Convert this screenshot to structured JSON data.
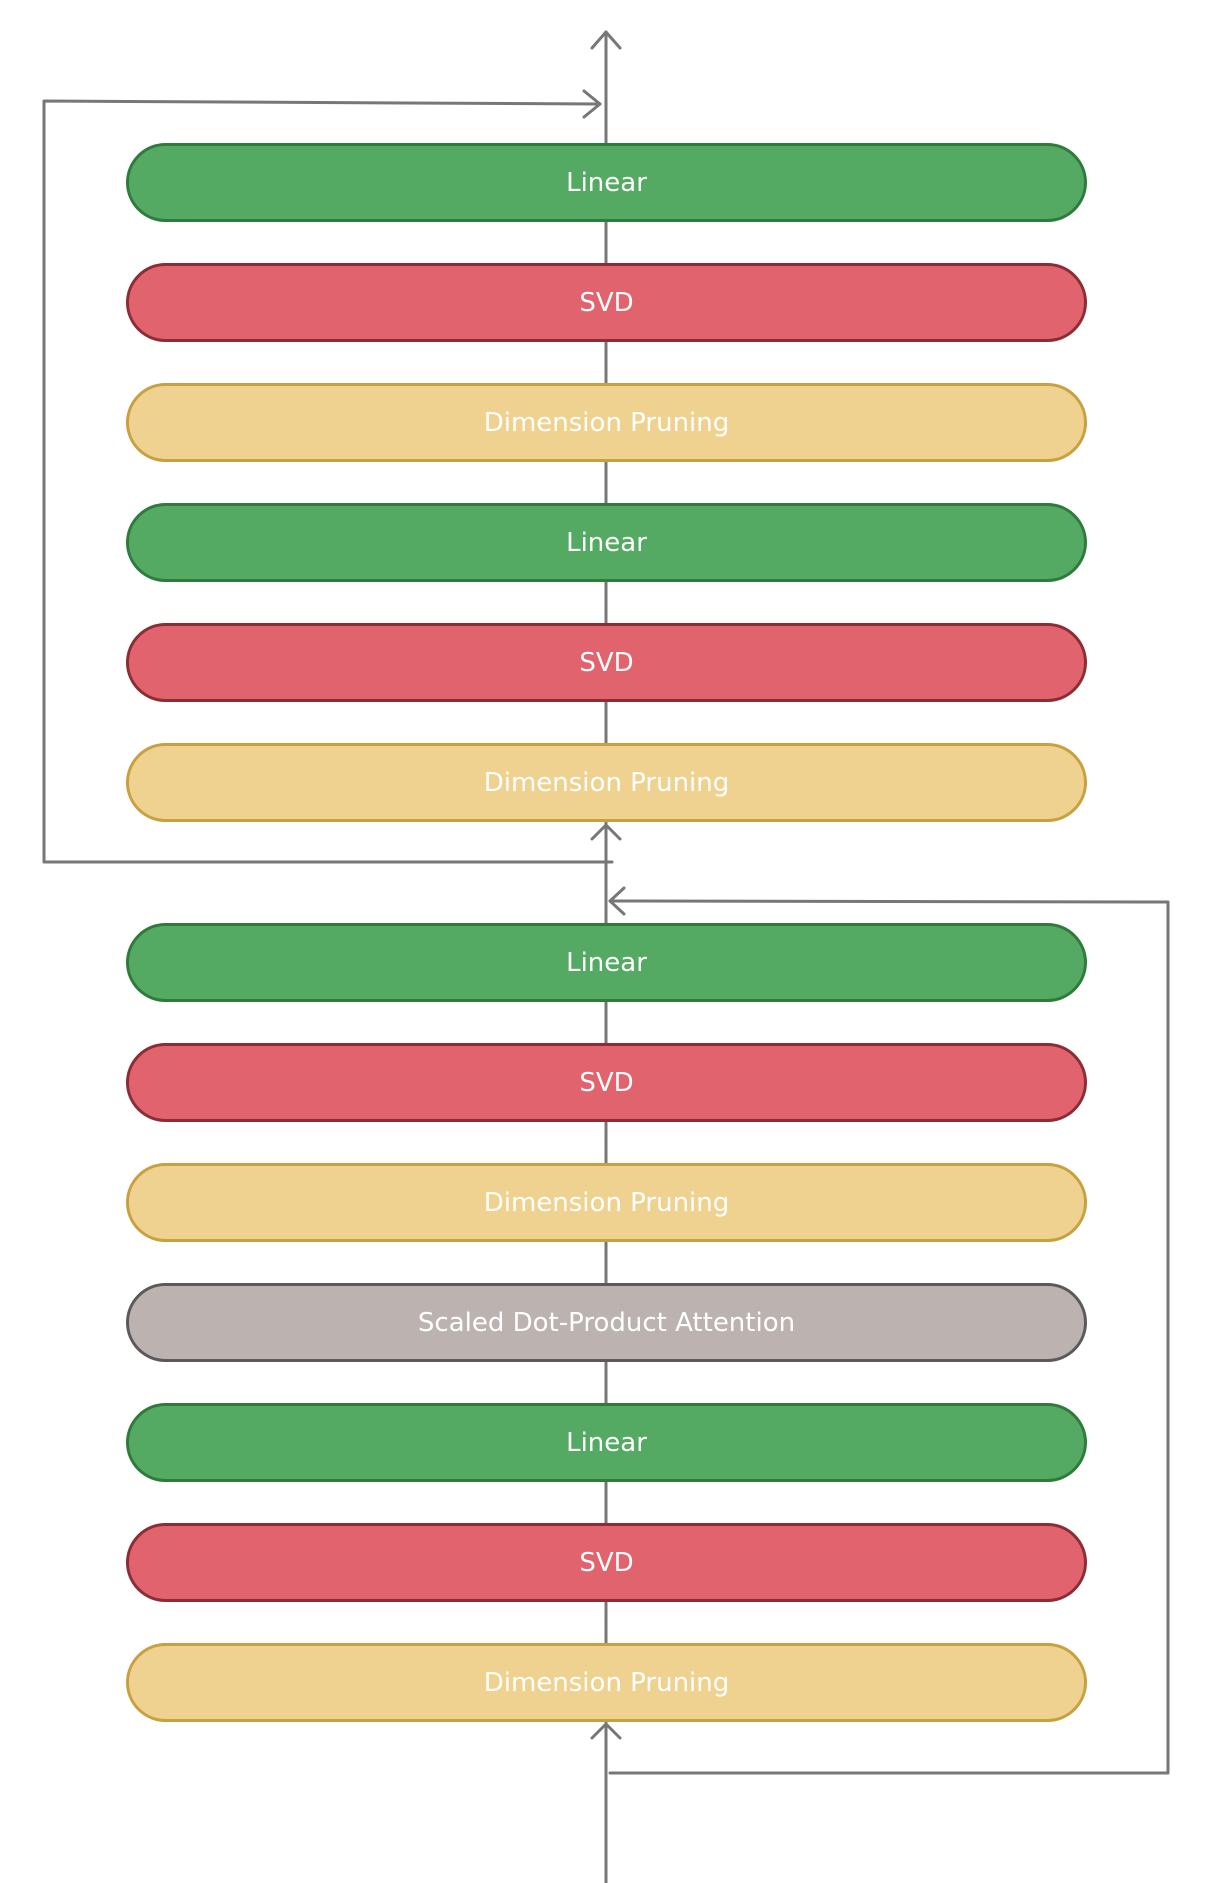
{
  "blocks": [
    {
      "label": "Linear",
      "kind": "linear"
    },
    {
      "label": "SVD",
      "kind": "svd"
    },
    {
      "label": "Dimension Pruning",
      "kind": "pruning"
    },
    {
      "label": "Linear",
      "kind": "linear"
    },
    {
      "label": "SVD",
      "kind": "svd"
    },
    {
      "label": "Dimension Pruning",
      "kind": "pruning"
    },
    {
      "label": "Linear",
      "kind": "linear"
    },
    {
      "label": "SVD",
      "kind": "svd"
    },
    {
      "label": "Dimension Pruning",
      "kind": "pruning"
    },
    {
      "label": "Scaled Dot-Product Attention",
      "kind": "attention"
    },
    {
      "label": "Linear",
      "kind": "linear"
    },
    {
      "label": "SVD",
      "kind": "svd"
    },
    {
      "label": "Dimension Pruning",
      "kind": "pruning"
    }
  ],
  "colors": {
    "linear": "#54aa62",
    "svd": "#e1636d",
    "pruning": "#efd28f",
    "attention": "#bcb3b1",
    "connector": "#777777"
  }
}
